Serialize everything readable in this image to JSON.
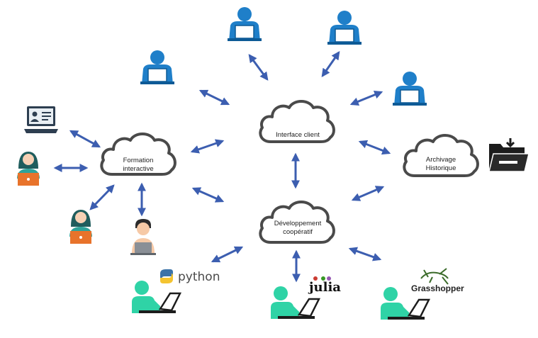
{
  "clouds": {
    "client": {
      "lines": [
        "Interface client"
      ]
    },
    "formation": {
      "lines": [
        "Formation",
        "interactive"
      ]
    },
    "archivage": {
      "lines": [
        "Archivage",
        "Historique"
      ]
    },
    "developpement": {
      "lines": [
        "Développement",
        "coopératif"
      ]
    }
  },
  "logos": {
    "python": "python",
    "julia": "julia",
    "grasshopper": "Grasshopper"
  },
  "colors": {
    "arrow": "#3c5eb0",
    "cloud_stroke": "#4a4a4a",
    "user_blue": "#1f7fc9",
    "user_dark": "#0d5a96",
    "coder_green": "#2fd3a6",
    "laptop_orange": "#e8732b",
    "teal_hair": "#1f5d5d"
  },
  "icons": [
    "user-business-icon",
    "elearning-screen-icon",
    "student-laptop-icon",
    "developer-icon",
    "archive-folder-icon",
    "coder-laptop-icon",
    "python-logo-icon",
    "julia-logo-icon",
    "grasshopper-logo-icon"
  ]
}
